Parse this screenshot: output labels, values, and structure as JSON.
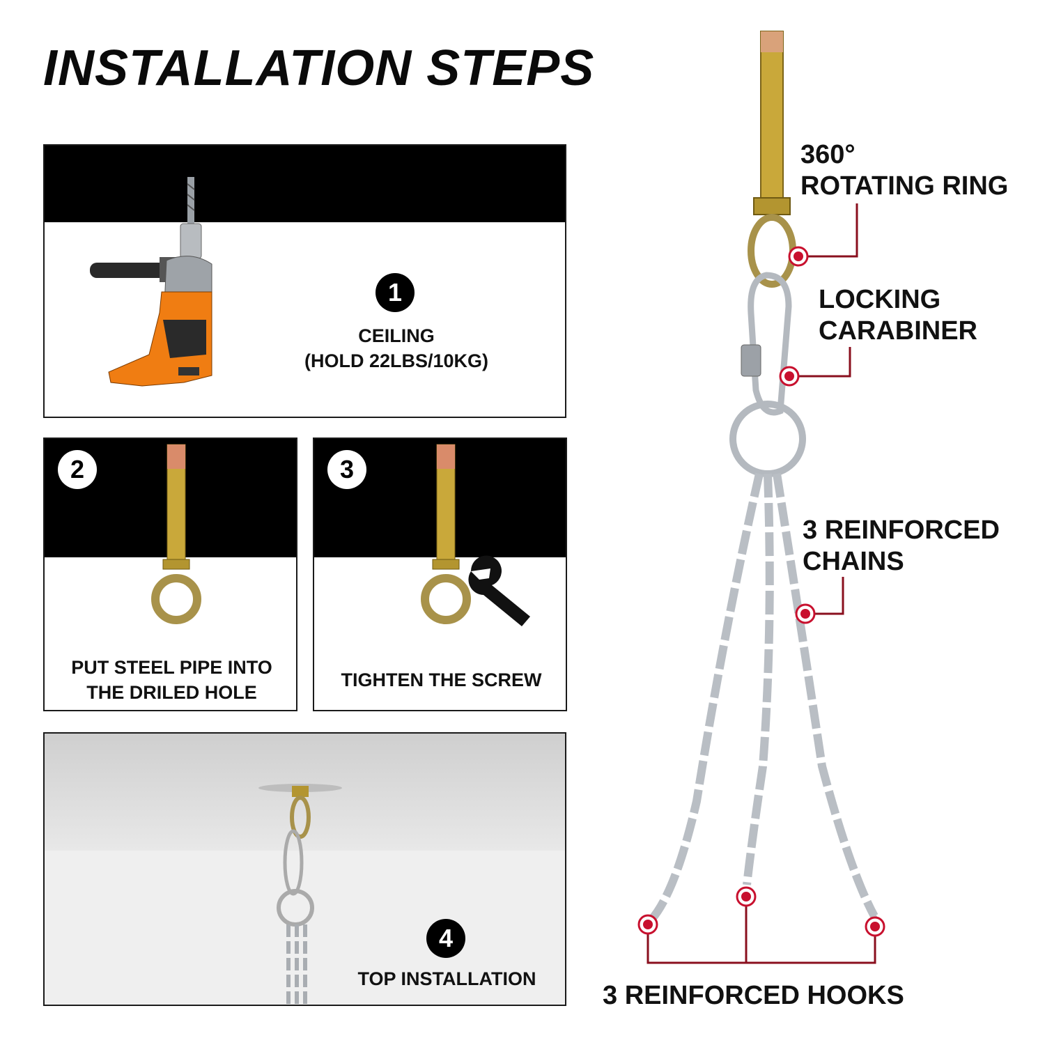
{
  "title": "INSTALLATION STEPS",
  "steps": [
    {
      "number": "1",
      "caption_line1": "CEILING",
      "caption_line2": "(HOLD 22LBS/10KG)"
    },
    {
      "number": "2",
      "caption_line1": "PUT STEEL PIPE INTO",
      "caption_line2": "THE DRILED HOLE"
    },
    {
      "number": "3",
      "caption_line1": "TIGHTEN THE SCREW"
    },
    {
      "number": "4",
      "caption_line1": "TOP INSTALLATION"
    }
  ],
  "callouts": {
    "ring_line1": "360°",
    "ring_line2": "ROTATING RING",
    "carabiner_line1": "LOCKING",
    "carabiner_line2": "CARABINER",
    "chains_line1": "3 REINFORCED",
    "chains_line2": "CHAINS",
    "hooks": "3 REINFORCED HOOKS"
  },
  "colors": {
    "accent_red": "#c8102e",
    "drill_orange": "#f07d12",
    "brass": "#c9a83a",
    "steel": "#b9bec4"
  },
  "icons": [
    "drill-icon",
    "anchor-bolt-icon",
    "wrench-icon",
    "chain-icon",
    "carabiner-icon"
  ]
}
